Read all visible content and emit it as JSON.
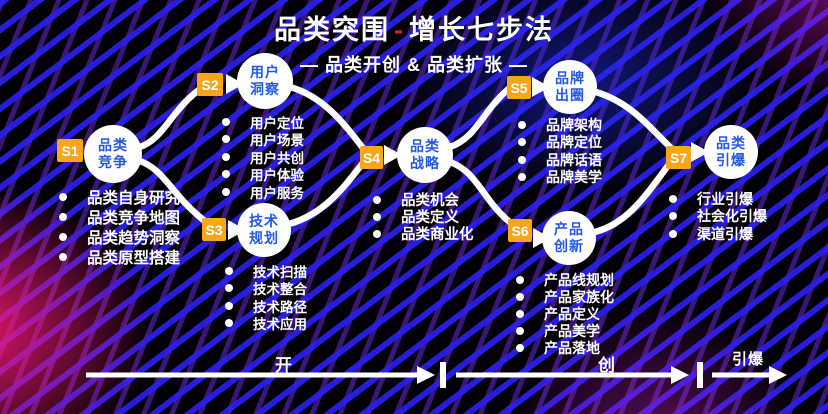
{
  "title": {
    "text_left": "品类突围",
    "dash": "-",
    "text_right": "增长七步法"
  },
  "subtitle": "— 品类开创 & 品类扩张 —",
  "steps": [
    {
      "id": "S1",
      "label_line1": "品类",
      "label_line2": "竞争",
      "items": [
        "品类自身研究",
        "品类竞争地图",
        "品类趋势洞察",
        "品类原型搭建"
      ]
    },
    {
      "id": "S2",
      "label_line1": "用户",
      "label_line2": "洞察",
      "items": [
        "用户定位",
        "用户场景",
        "用户共创",
        "用户体验",
        "用户服务"
      ]
    },
    {
      "id": "S3",
      "label_line1": "技术",
      "label_line2": "规划",
      "items": [
        "技术扫描",
        "技术整合",
        "技术路径",
        "技术应用"
      ]
    },
    {
      "id": "S4",
      "label_line1": "品类",
      "label_line2": "战略",
      "items": [
        "品类机会",
        "品类定义",
        "品类商业化"
      ]
    },
    {
      "id": "S5",
      "label_line1": "品牌",
      "label_line2": "出圈",
      "items": [
        "品牌架构",
        "品牌定位",
        "品牌话语",
        "品牌美学"
      ]
    },
    {
      "id": "S6",
      "label_line1": "产品",
      "label_line2": "创新",
      "items": [
        "产品线规划",
        "产品家族化",
        "产品定义",
        "产品美学",
        "产品落地"
      ]
    },
    {
      "id": "S7",
      "label_line1": "品类",
      "label_line2": "引爆",
      "items": [
        "行业引爆",
        "社会化引爆",
        "渠道引爆"
      ]
    }
  ],
  "timeline": {
    "phase1": "开",
    "phase2": "创",
    "phase3": "引爆"
  },
  "colors": {
    "badge_orange": "#F7A61B",
    "circle_text_blue": "#2459E8",
    "title_dash_red": "#E11B2E",
    "stripe_blue": "#2B1FEE",
    "stripe_violet": "#6E2DEB",
    "glow_pink": "#FF1878",
    "text_white": "#FFFFFF"
  }
}
